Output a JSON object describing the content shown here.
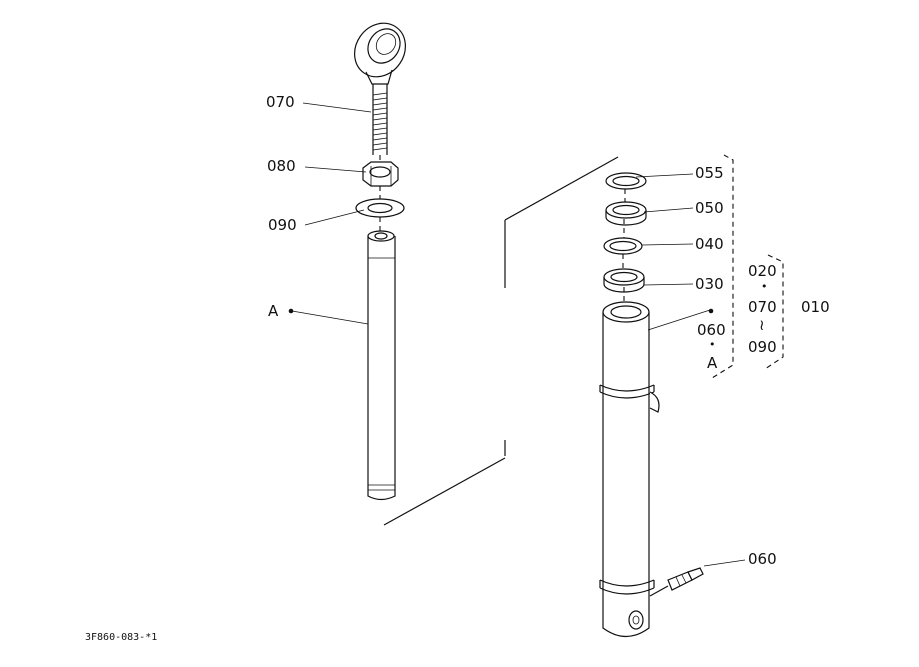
{
  "labels": {
    "l070": "070",
    "l080": "080",
    "l090": "090",
    "lA": "A",
    "r055": "055",
    "r050": "050",
    "r040": "040",
    "r030": "030",
    "r060a": "060",
    "rdot": "•",
    "rA": "A",
    "k020": "020",
    "kdot": "•",
    "k070": "070",
    "ktilde": "≀",
    "k090": "090",
    "k010": "010",
    "b060": "060"
  },
  "drawing_code": "3F860-083-*1"
}
